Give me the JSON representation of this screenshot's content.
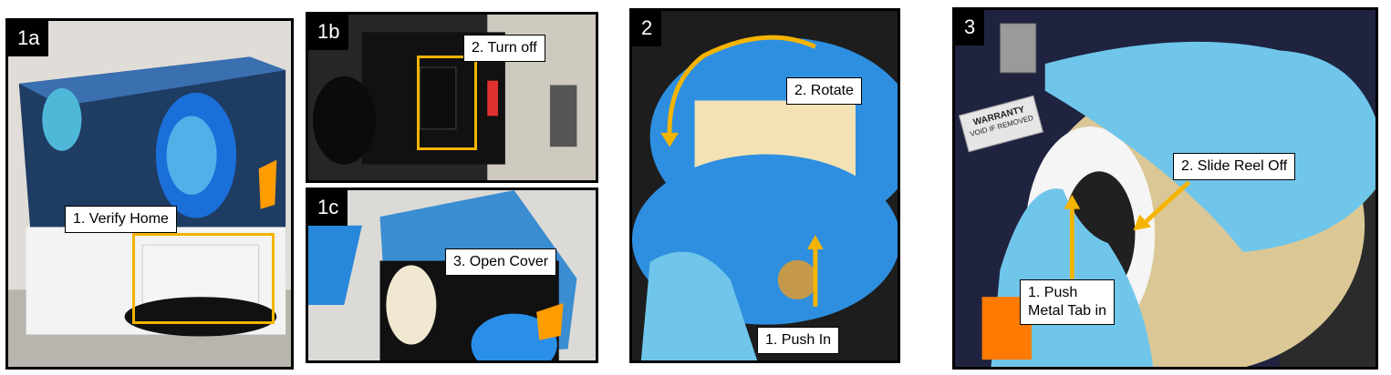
{
  "panels": [
    {
      "id": "1a",
      "badge": "1a",
      "labels": [
        "1. Verify Home"
      ]
    },
    {
      "id": "1b",
      "badge": "1b",
      "labels": [
        "2. Turn off"
      ]
    },
    {
      "id": "1c",
      "badge": "1c",
      "labels": [
        "3. Open Cover"
      ]
    },
    {
      "id": "2",
      "badge": "2",
      "labels": [
        "2. Rotate",
        "1. Push In"
      ]
    },
    {
      "id": "3",
      "badge": "3",
      "labels": [
        "2. Slide Reel Off",
        "1. Push\nMetal Tab in"
      ],
      "sticker_text": [
        "WARRANTY",
        "VOID IF REMOVED"
      ]
    }
  ],
  "colors": {
    "highlight": "#f5b400",
    "cover": "#1f7fd0",
    "reel": "#2e8fe0",
    "glove": "#6fc6ea",
    "tape": "#f2e2b4"
  }
}
